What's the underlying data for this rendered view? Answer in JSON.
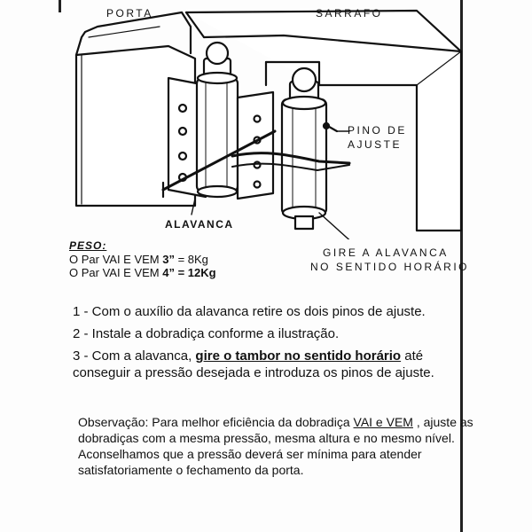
{
  "labels": {
    "porta": "PORTA",
    "sarrafo": "SARRAFO",
    "pino_line1": "PINO DE",
    "pino_line2": "AJUSTE",
    "alavanca": "ALAVANCA",
    "gire_line1": "GIRE A ALAVANCA",
    "gire_line2": "NO SENTIDO HORÁRIO"
  },
  "weight": {
    "title": "PESO:",
    "row1_prefix": "O Par VAI E VEM ",
    "row1_size": "3”",
    "row1_value": " = 8Kg",
    "row2_prefix": "O Par VAI E VEM ",
    "row2_size": "4” = 12Kg"
  },
  "steps": {
    "step1": "1 - Com o auxílio da alavanca retire os dois pinos de ajuste.",
    "step2": "2 - Instale a dobradiça conforme a ilustração.",
    "step3_pre": "3 - Com  a alavanca, ",
    "step3_em": "gire o tambor no sentido horário",
    "step3_post": " até conseguir a  pressão desejada e introduza  os pinos de ajuste."
  },
  "note": {
    "pre": "Observação: Para  melhor  eficiência da dobradiça  ",
    "em": "VAI e VEM",
    "post": " , ajuste as dobradiças com a mesma pressão, mesma altura e no mesmo nível.  Aconselhamos que a pressão deverá ser mínima para atender satisfatoriamente o fechamento da porta."
  }
}
